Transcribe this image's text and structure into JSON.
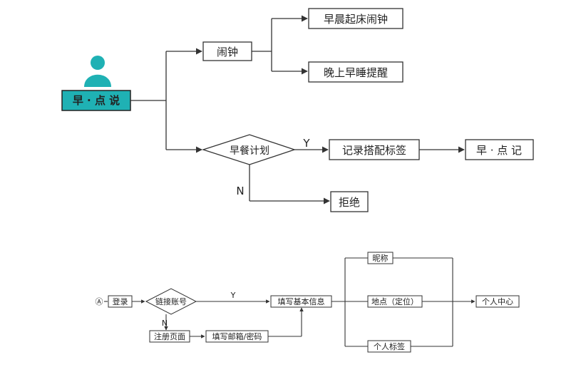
{
  "colors": {
    "accent": "#1fb1b4",
    "stroke": "#333333",
    "background": "#ffffff"
  },
  "main_flow": {
    "app_label": "早 · 点 说",
    "alarm": "闹钟",
    "alarm_morning": "早晨起床闹钟",
    "alarm_night": "晚上早睡提醒",
    "breakfast_plan": "早餐计划",
    "yes_label": "Y",
    "no_label": "N",
    "record_tags": "记录搭配标签",
    "diary": "早 · 点 记",
    "refuse": "拒绝"
  },
  "login_flow": {
    "start_marker": "Ⓐ",
    "login": "登录",
    "link_account": "链接账号",
    "yes_label": "Y",
    "no_label": "N",
    "fill_basic_info": "填写基本信息",
    "register_page": "注册页面",
    "fill_email_password": "填写邮箱/密码",
    "nickname": "昵称",
    "location": "地点（定位）",
    "personal_tags": "个人标签",
    "personal_center": "个人中心"
  }
}
